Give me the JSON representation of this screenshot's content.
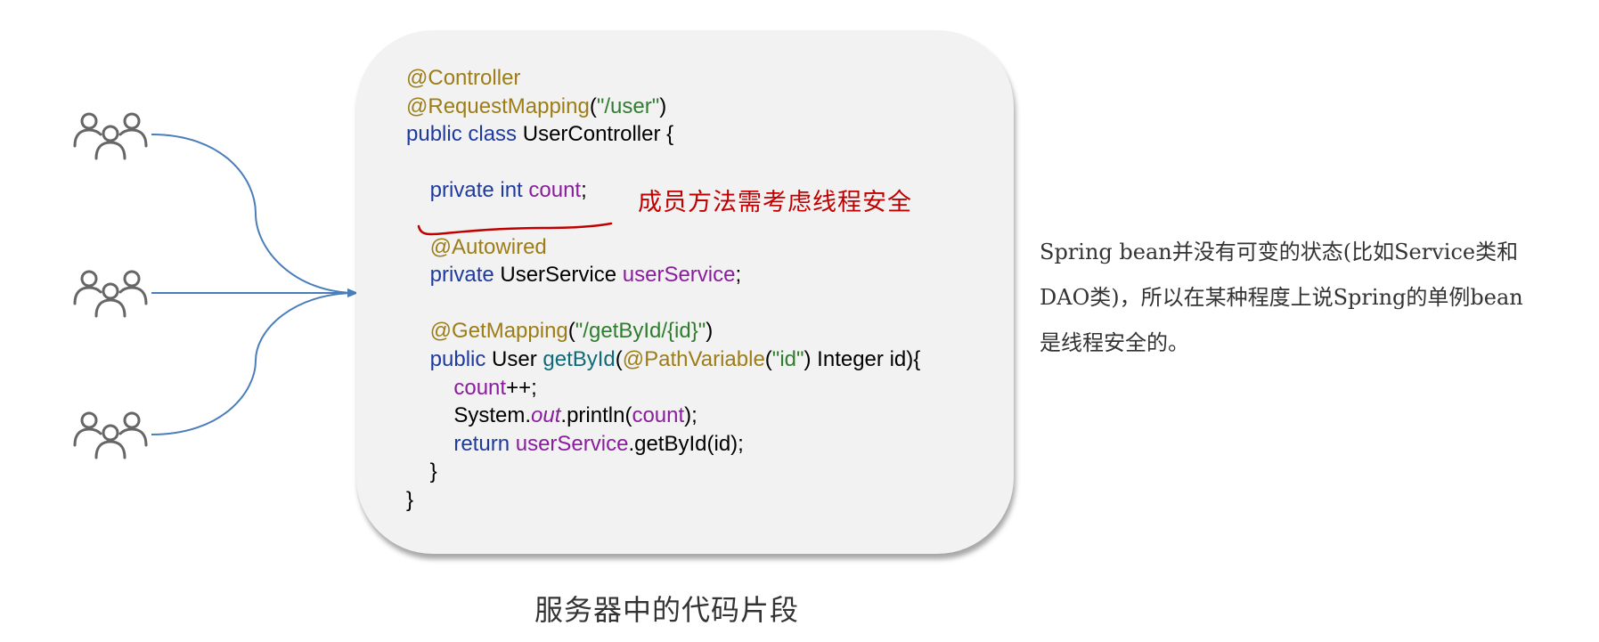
{
  "code": {
    "lines": [
      [
        {
          "t": "@Controller",
          "c": "ann"
        }
      ],
      [
        {
          "t": "@RequestMapping",
          "c": "ann"
        },
        {
          "t": "(",
          "c": ""
        },
        {
          "t": "\"/user\"",
          "c": "str"
        },
        {
          "t": ")",
          "c": ""
        }
      ],
      [
        {
          "t": "public class ",
          "c": "kw"
        },
        {
          "t": "UserController {",
          "c": ""
        }
      ],
      [],
      [
        {
          "t": "    private int ",
          "c": "kw"
        },
        {
          "t": "count",
          "c": "fld"
        },
        {
          "t": ";",
          "c": ""
        }
      ],
      [],
      [
        {
          "t": "    @Autowired",
          "c": "ann"
        }
      ],
      [
        {
          "t": "    private ",
          "c": "kw"
        },
        {
          "t": "UserService ",
          "c": ""
        },
        {
          "t": "userService",
          "c": "fld"
        },
        {
          "t": ";",
          "c": ""
        }
      ],
      [],
      [
        {
          "t": "    @GetMapping",
          "c": "ann"
        },
        {
          "t": "(",
          "c": ""
        },
        {
          "t": "\"/getById/{id}\"",
          "c": "str"
        },
        {
          "t": ")",
          "c": ""
        }
      ],
      [
        {
          "t": "    public ",
          "c": "kw"
        },
        {
          "t": "User ",
          "c": ""
        },
        {
          "t": "getById",
          "c": "mth"
        },
        {
          "t": "(",
          "c": ""
        },
        {
          "t": "@PathVariable",
          "c": "ann"
        },
        {
          "t": "(",
          "c": ""
        },
        {
          "t": "\"id\"",
          "c": "str"
        },
        {
          "t": ") Integer id){",
          "c": ""
        }
      ],
      [
        {
          "t": "        ",
          "c": ""
        },
        {
          "t": "count",
          "c": "fld"
        },
        {
          "t": "++;",
          "c": ""
        }
      ],
      [
        {
          "t": "        System.",
          "c": ""
        },
        {
          "t": "out",
          "c": "ital"
        },
        {
          "t": ".println(",
          "c": ""
        },
        {
          "t": "count",
          "c": "fld"
        },
        {
          "t": ");",
          "c": ""
        }
      ],
      [
        {
          "t": "        return ",
          "c": "kw"
        },
        {
          "t": "userService",
          "c": "fld"
        },
        {
          "t": ".getById(id);",
          "c": ""
        }
      ],
      [
        {
          "t": "    }",
          "c": ""
        }
      ],
      [
        {
          "t": "}",
          "c": ""
        }
      ]
    ]
  },
  "handwritten_note": "成员方法需考虑线程安全",
  "side_note": {
    "line1": "Spring bean并没有可变的状态(比如Service类和",
    "line2": "DAO类)，所以在某种程度上说Spring的单例bean",
    "line3": "是线程安全的。"
  },
  "caption": "服务器中的代码片段",
  "colors": {
    "arrow": "#4a7ebb",
    "icon": "#666666",
    "annotation_red": "#c00000",
    "card_bg": "#f2f2f2"
  },
  "icons": [
    "users-group-icon",
    "users-group-icon",
    "users-group-icon"
  ]
}
